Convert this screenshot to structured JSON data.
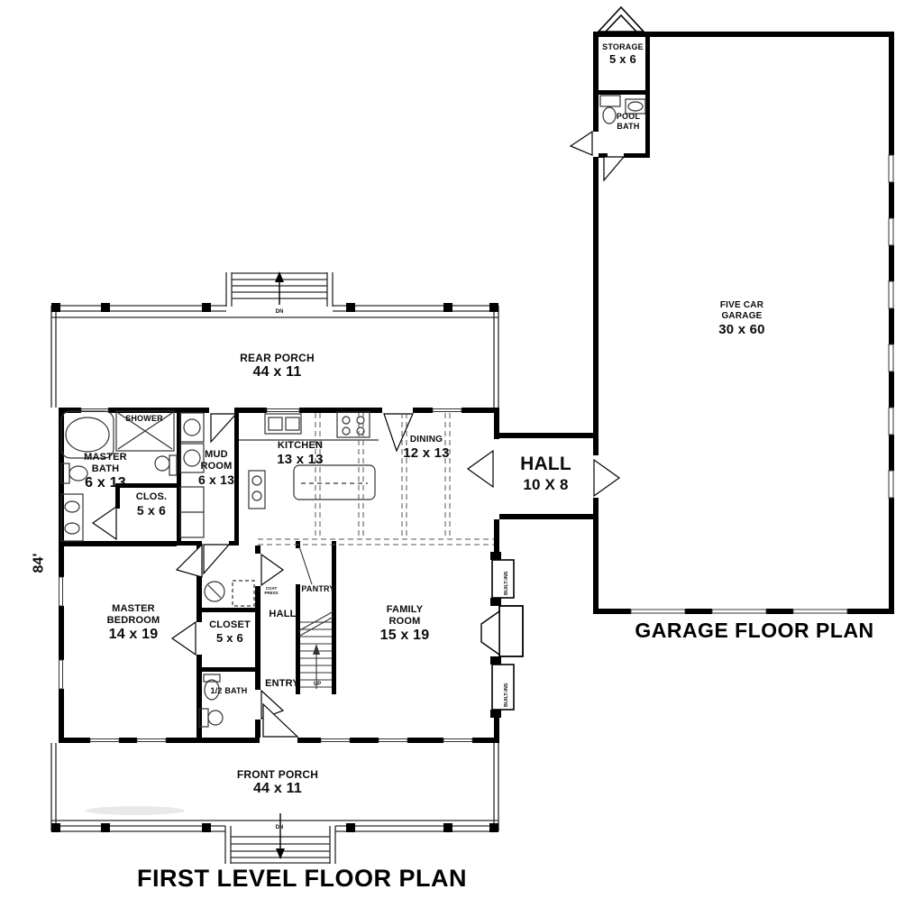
{
  "titles": {
    "first_level": "FIRST LEVEL FLOOR PLAN",
    "garage": "GARAGE FLOOR PLAN"
  },
  "colors": {
    "line": "#000000",
    "background": "#ffffff"
  },
  "rooms": {
    "rear_porch": {
      "name": "REAR PORCH",
      "size": "44 x 11"
    },
    "front_porch": {
      "name": "FRONT PORCH",
      "size": "44 x 11"
    },
    "shower": {
      "name": "SHOWER"
    },
    "master_bath": {
      "name": "MASTER BATH",
      "size": "6 x 13"
    },
    "clos": {
      "name": "CLOS.",
      "size": "5 x 6"
    },
    "mud_room": {
      "name": "MUD ROOM",
      "size": "6 x 13"
    },
    "kitchen": {
      "name": "KITCHEN",
      "size": "13 x 13"
    },
    "dining": {
      "name": "DINING",
      "size": "12 x 13"
    },
    "hall_connector": {
      "name": "HALL",
      "size": "10 X 8"
    },
    "master_bedroom": {
      "name": "MASTER BEDROOM",
      "size": "14 x 19"
    },
    "closet": {
      "name": "CLOSET",
      "size": "5 x 6"
    },
    "hall": {
      "name": "HALL"
    },
    "pantry": {
      "name": "PANTRY"
    },
    "family_room": {
      "name": "FAMILY ROOM",
      "size": "15 x 19"
    },
    "entry": {
      "name": "ENTRY"
    },
    "half_bath": {
      "name": "1/2 BATH"
    },
    "storage": {
      "name": "STORAGE",
      "size": "5 x 6"
    },
    "pool_bath": {
      "name": "POOL BATH"
    },
    "five_car_garage": {
      "name": "FIVE CAR GARAGE",
      "size": "30 x 60"
    }
  },
  "annotations": {
    "overall_depth": "84'",
    "built_ins": "BUILT-INS",
    "coat_press": "COAT PRESS",
    "stairs_up": "UP",
    "steps_down": "DN"
  }
}
